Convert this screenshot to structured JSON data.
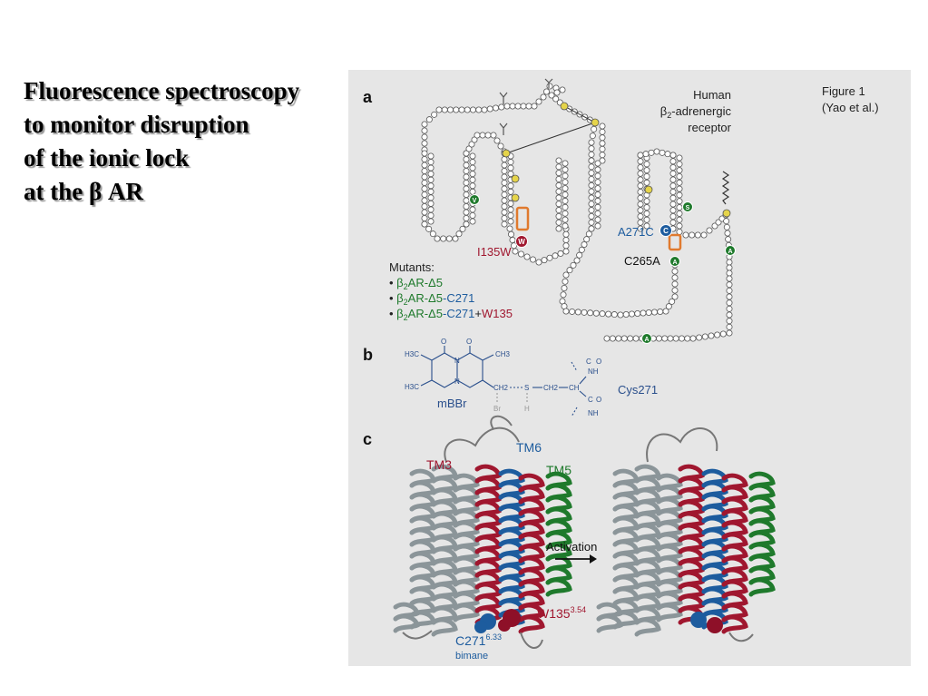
{
  "slide": {
    "title_lines": [
      "Fluorescence spectroscopy",
      "to monitor disruption",
      "of the ionic lock",
      "at the β AR"
    ]
  },
  "figure": {
    "caption": {
      "line1": "Figure 1",
      "line2": "(Yao et al.)"
    },
    "panel_a": {
      "letter": "a",
      "receptor_label": {
        "line1": "Human",
        "beta": "β",
        "sub": "2",
        "rest": "-adrenergic",
        "line3": "receptor"
      },
      "labels": {
        "i135w": "I135W",
        "a271c": "A271C",
        "c265a": "C265A"
      },
      "residues": {
        "w": "W",
        "c": "C",
        "a": "A",
        "v": "V",
        "s": "S"
      },
      "mutants": {
        "header": "Mutants:",
        "items": [
          {
            "beta": "β",
            "sub": "2",
            "core": "AR-Δ5",
            "c271": "",
            "plus": "",
            "w135": ""
          },
          {
            "beta": "β",
            "sub": "2",
            "core": "AR-Δ5",
            "c271": "-C271",
            "plus": "",
            "w135": ""
          },
          {
            "beta": "β",
            "sub": "2",
            "core": "AR-Δ5",
            "c271": "-C271",
            "plus": "+",
            "w135": "W135"
          }
        ]
      }
    },
    "panel_b": {
      "letter": "b",
      "mbbr_label": "mBBr",
      "cys_label": "Cys271",
      "atoms": {
        "o": "O",
        "n": "N",
        "h3c": "H3C",
        "ch3": "CH3",
        "ch2": "CH2",
        "s": "S",
        "ch": "CH",
        "c": "C",
        "nh": "NH",
        "h": "H",
        "br": "Br"
      }
    },
    "panel_c": {
      "letter": "c",
      "tm3": "TM3",
      "tm6": "TM6",
      "tm5": "TM5",
      "activation": "Activation",
      "w135": "W135",
      "w135_sup": "3.54",
      "c271": "C271",
      "c271_sup": "6.33",
      "bimane": "bimane"
    },
    "colors": {
      "panel_bg": "#e6e6e6",
      "tm3_red": "#a0172f",
      "tm6_blue": "#1d5c9e",
      "tm5_green": "#1f7a2c",
      "helix_gray": "#8b9599",
      "residue_yellow": "#e5d44a",
      "box_orange": "#e07a2e",
      "chem_blue": "#2a4f8c"
    }
  }
}
